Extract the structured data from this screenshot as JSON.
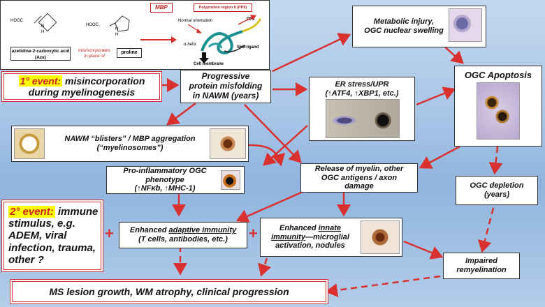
{
  "top_panel": {
    "aze_name": "azetidine-2-carboxylic acid (Aze)",
    "misinc_line1": "misincorporates",
    "misinc_line2": "in place of",
    "proline": "proline",
    "hooc1": "HOOC",
    "hooc2": "HOOC",
    "n1": "N",
    "h1": "H",
    "n2": "N",
    "h2": "H",
    "mbp": "MBP",
    "ppii": "Polyproline region II (PPII)",
    "normal": "Normal orientation",
    "ppii_short": "PPII",
    "alpha": "α-helix",
    "sh3": "SH3-ligand",
    "membrane": "Cell membrane"
  },
  "primary_event": {
    "tag": "1° event:",
    "rest1": " misincorporation",
    "line2": "during myelinogenesis"
  },
  "misfolding": {
    "l1": "Progressive",
    "l2": "protein misfolding",
    "l3": "in NAWM (years)"
  },
  "metabolic": {
    "l1": "Metabolic injury,",
    "l2": "OGC nuclear swelling"
  },
  "apoptosis": {
    "l1": "OGC Apoptosis"
  },
  "er_stress": {
    "l1": "ER stress/UPR",
    "l2": "(↑ATF4, ↑XBP1, etc.)"
  },
  "blisters": {
    "l1": "NAWM “blisters” / MBP aggregation",
    "l2": "(“myelinosomes”)"
  },
  "pro_inflam": {
    "l1": "Pro-inflammatory OGC phenotype",
    "l2": "(↑NFκb, ↑MHC-1)"
  },
  "release": {
    "l1": "Release of myelin, other",
    "l2": "OGC antigens / axon",
    "l3": "damage"
  },
  "depletion": {
    "l1": "OGC depletion",
    "l2": "(years)"
  },
  "secondary_event": {
    "tag": "2° event:",
    "rest1": " immune",
    "l2": "stimulus, e.g.",
    "l3": "ADEM, viral",
    "l4": "infection, trauma,",
    "l5": "other ?"
  },
  "adaptive": {
    "pre": "Enhanced ",
    "u": "adaptive immunity",
    "l2": "(T cells, antibodies, etc.)"
  },
  "innate": {
    "pre": "Enhanced ",
    "u": "innate",
    "l2a": "immunity",
    "l2b": "—microglial",
    "l3": "activation, nodules"
  },
  "impaired": {
    "l1": "Impaired",
    "l2": "remyelination"
  },
  "ms": {
    "l1": "MS lesion growth, WM atrophy, clinical progression"
  },
  "plus1": "+",
  "plus2": "+",
  "colors": {
    "arrow": "#d93030",
    "background_top": "#c3d8ee",
    "highlight": "#ffff00",
    "accent_red": "#d02020"
  }
}
